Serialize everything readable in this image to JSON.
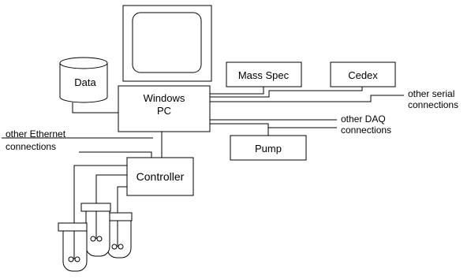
{
  "diagram": {
    "nodes": {
      "data": "Data",
      "windows_pc_line1": "Windows",
      "windows_pc_line2": "PC",
      "mass_spec": "Mass Spec",
      "cedex": "Cedex",
      "pump": "Pump",
      "controller": "Controller"
    },
    "connection_labels": {
      "serial_line1": "other serial",
      "serial_line2": "connections",
      "daq_line1": "other DAQ",
      "daq_line2": "connections",
      "ethernet_line1": "other Ethernet",
      "ethernet_line2": "connections"
    }
  }
}
